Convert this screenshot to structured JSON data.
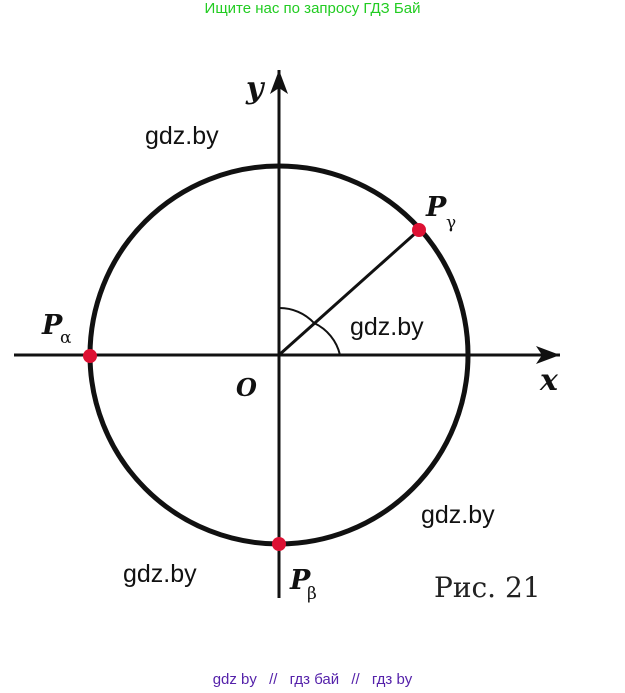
{
  "banner": {
    "text": "Ищите нас по запросу ГДЗ Бай"
  },
  "figure": {
    "axis_x_label": "x",
    "axis_y_label": "y",
    "origin_label": "O",
    "points": {
      "p_gamma": {
        "letter": "P",
        "subscript": "γ"
      },
      "p_alpha": {
        "letter": "P",
        "subscript": "α"
      },
      "p_beta": {
        "letter": "P",
        "subscript": "β"
      }
    },
    "caption": "Рис. 21",
    "watermarks": [
      "gdz.by",
      "gdz.by",
      "gdz.by",
      "gdz.by"
    ],
    "point_color": "#dd1133"
  },
  "footer": {
    "link1": "gdz by",
    "sep1": "//",
    "link2": "гдз бай",
    "sep2": "//",
    "link3": "гдз by"
  }
}
